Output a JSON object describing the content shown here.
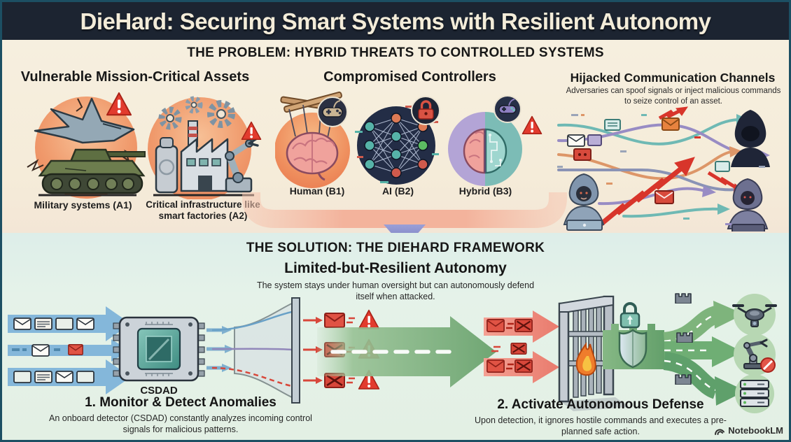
{
  "header": {
    "title": "DieHard: Securing Smart Systems with Resilient Autonomy"
  },
  "problem": {
    "heading": "THE PROBLEM: HYBRID THREATS TO CONTROLLED SYSTEMS",
    "assets": {
      "heading": "Vulnerable Mission-Critical Assets",
      "items": [
        {
          "label": "Military systems (A1)"
        },
        {
          "label": "Critical infrastructure like smart factories (A2)"
        }
      ]
    },
    "controllers": {
      "heading": "Compromised Controllers",
      "items": [
        {
          "label": "Human (B1)"
        },
        {
          "label": "AI (B2)"
        },
        {
          "label": "Hybrid (B3)"
        }
      ]
    },
    "channels": {
      "heading": "Hijacked Communication Channels",
      "subtitle": "Adversaries can spoof signals or inject malicious commands to seize control of an asset."
    }
  },
  "solution": {
    "heading": "THE SOLUTION: THE DIEHARD FRAMEWORK",
    "subheading": "Limited-but-Resilient Autonomy",
    "subtext": "The system stays under human oversight but can autonomously defend itself when attacked.",
    "detector_label": "CSDAD",
    "steps": [
      {
        "title": "1. Monitor & Detect Anomalies",
        "description": "An onboard detector (CSDAD) constantly analyzes incoming control signals for malicious patterns."
      },
      {
        "title": "2. Activate Autonomous Defense",
        "description": "Upon detection, it ignores hostile commands and executes a pre-planned safe action."
      }
    ]
  },
  "watermark": {
    "label": "NotebookLM"
  },
  "colors": {
    "header_bg": "#1c2431",
    "title_text": "#f3ecd9",
    "problem_bg": "#f5eedd",
    "solution_bg": "#e4f1e9",
    "warning_red": "#e23b2e",
    "vignette_orange": "#f0996b",
    "ai_navy": "#232d46",
    "hybrid_purple": "#b3a4d6",
    "hybrid_teal": "#7cbcb6",
    "arrow_blue": "#84b7da",
    "arrow_green": "#7fb07a",
    "arrow_red": "#ef8d80",
    "bracket_salmon": "#f3b7a2",
    "triangle_purple": "#8b90c8"
  },
  "icons": {
    "warning-icon": "red triangle + !",
    "envelope-icon": "✉",
    "document-icon": "▤",
    "gear-icon": "⚙",
    "jet-icon": "fighter jet",
    "tank-icon": "tank",
    "factory-icon": "🏭",
    "robot-arm-icon": "robotic arm",
    "brain-icon": "🧠",
    "puppet-bar-icon": "marionette crossbar",
    "controller-icon": "🎮",
    "neural-network-icon": "connected nodes",
    "lock-icon": "🔒",
    "circuit-brain-icon": "half brain / half circuit",
    "hacker-icon": "hooded figure",
    "zigzag-arrow-icon": "red lightning arrow",
    "chip-icon": "microprocessor",
    "funnel-icon": "signal funnel",
    "flame-icon": "🔥",
    "gate-icon": "portcullis",
    "shield-icon": "🛡",
    "padlock-icon": "🔒",
    "turret-icon": "castle turret",
    "drone-icon": "quadcopter",
    "no-entry-icon": "🚫",
    "server-icon": "server rack",
    "notebooklm-logo": "swirl glyph"
  }
}
